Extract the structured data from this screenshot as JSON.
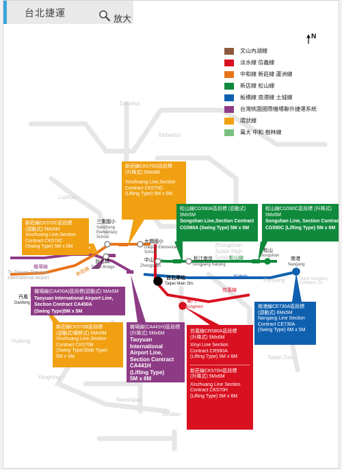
{
  "header": {
    "title": "台北捷運",
    "zoom_label": "放大"
  },
  "north_label": "N",
  "legend": [
    {
      "label": "文山內湖線",
      "color": "#8b5a3c"
    },
    {
      "label": "淡水線  信義線",
      "color": "#d81020"
    },
    {
      "label": "中和線  新莊線  蘆洲線",
      "color": "#e8741a"
    },
    {
      "label": "新店線  松山線",
      "color": "#0f8a3c"
    },
    {
      "label": "板橋線  南港線  土城線",
      "color": "#1060b0"
    },
    {
      "label": "台灣桃園國際機場聯外捷運系統",
      "color": "#8e3b86"
    },
    {
      "label": "環狀線",
      "color": "#f0a010"
    },
    {
      "label": "萬大  中和  樹林線",
      "color": "#7cc080"
    }
  ],
  "boxes": {
    "ck570g": {
      "lines": [
        "新莊線CK570G區段標",
        "(升降式) 5Mx6M",
        "Xinzhuang Line,Section",
        "Contract CK570G",
        "(Lifting Type) 5M x 6M"
      ]
    },
    "ck570c": {
      "lines": [
        "新莊線CK570C區段標",
        "(迴動式) 5Mx5M",
        "Xinzhuang Line,Section",
        "Contract CK570C",
        "(Swing Type) 5M x 5M"
      ]
    },
    "cg590a": {
      "lines": [
        "松山線CG590A區段標 (迴動式)",
        "5Mx5M",
        "Songshan Line,Section Contract",
        "CG590A (Swing Type) 5M x 5M"
      ]
    },
    "cg590c": {
      "lines": [
        "松山線CG590C區段標 (升降式)",
        "5Mx6M",
        "Songshan Line, Section Contract",
        "CG590C (Lifting Type) 5M x 6M"
      ]
    },
    "ca450a": {
      "lines": [
        "機場線(CA450A)區段標(迴動式) 5Mx5M",
        "Taoyuan International Airport Line,",
        "Section Contract CA450A",
        "(Swing Type)5M x 5M"
      ]
    },
    "ck570b": {
      "lines": [
        "新莊線CK570B區段標",
        "(迴動式/橫移式) 5Mx5M",
        "Xinzhuang Line,Section",
        "Contract CK570B",
        "(Swing Type/Slide Type)",
        "5M x 5M"
      ]
    },
    "ca441h": {
      "lines": [
        "機場線(CA441H)區段標",
        "(升降式) 5Mx6M",
        "Taoyuan",
        "International",
        "Airport Line,",
        "Section Contract",
        "CA441H",
        "(Lifting Type)",
        "5M x 6M"
      ]
    },
    "ce730a": {
      "lines": [
        "南港線CE730A區段標",
        "(迴動式) 6Mx5M",
        "Nangang Line Section",
        "Contract CE730A",
        "(Swing Type) 6M x 5M"
      ]
    },
    "cr580a": {
      "lines": [
        "信義線CR580A區段標",
        "(升降式) 5Mx6M",
        "Xinyi Line Section",
        "Contract CR580A",
        "(Lifting Type) 5M x 6M"
      ]
    },
    "ck570h": {
      "lines": [
        "新莊線CK570H區段標",
        "(升降式) 5Mx6M",
        "Xinzhuang Line Section",
        "Contract CK570H",
        "(Lifting Type) 5M x 6M"
      ]
    }
  },
  "stations": {
    "sanchong_zh": "三重國小",
    "sanchong_en": "Sanchong Elementary School",
    "daqiao_zh": "大橋國小",
    "daqiao_en": "Daqiao Elementary School",
    "taipei_bridge_zh": "台北橋",
    "taipei_bridge_en": "Taipei Bridge",
    "zhongshan_zh": "中山",
    "zhongshan_en": "Zhongshan",
    "songjiang_zh": "松江南京",
    "songjiang_en": "Songjiang Nanjing",
    "songshan_zh": "松山",
    "songshan_en": "Songshan",
    "nangang_zh": "南港",
    "nangang_en": "Nangang",
    "main_zh": "台北車站",
    "main_en": "Taipei Main Stn.",
    "dongmen_zh": "東門",
    "dongmen_en": "Dongmen",
    "danfeng_zh": "丹鳳",
    "danfeng_en": "Danfeng"
  },
  "line_labels": {
    "songshan": "松山線",
    "bannan": "板南線",
    "xinyi": "信義線",
    "airport": "機場線",
    "xinzhuang": "新莊線",
    "to_taoyuan": "To Taiwan Taoyuan International Airport"
  },
  "ghost_labels": [
    "Danshui",
    "Xinbeitou",
    "Luzhou",
    "Zhongshan Junior High School",
    "Kunyang",
    "Taipei Nangang Exhibition Ctr",
    "Huilong",
    "Yonghing",
    "Taipei Zoo",
    "Nanshijiao",
    "Xindian"
  ]
}
